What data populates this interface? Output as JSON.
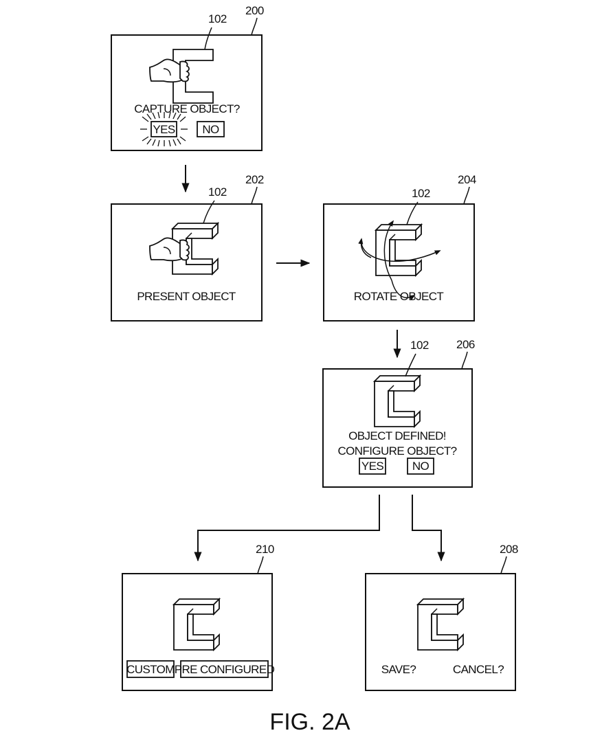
{
  "figure": {
    "caption": "FIG. 2A",
    "object_ref": "102"
  },
  "screens": {
    "capture": {
      "ref": "200",
      "object_ref": "102",
      "prompt": "CAPTURE OBJECT?",
      "buttons": [
        {
          "label": "YES",
          "state": "highlighted"
        },
        {
          "label": "NO",
          "state": "normal"
        }
      ]
    },
    "present": {
      "ref": "202",
      "object_ref": "102",
      "prompt": "PRESENT OBJECT"
    },
    "rotate": {
      "ref": "204",
      "object_ref": "102",
      "prompt": "ROTATE OBJECT"
    },
    "defined": {
      "ref": "206",
      "object_ref": "102",
      "prompt_line1": "OBJECT DEFINED!",
      "prompt_line2": "CONFIGURE OBJECT?",
      "buttons": [
        {
          "label": "YES"
        },
        {
          "label": "NO"
        }
      ]
    },
    "configure": {
      "ref": "210",
      "buttons": [
        {
          "label": "CUSTOM"
        },
        {
          "label": "PRE CONFIGURED"
        }
      ]
    },
    "save": {
      "ref": "208",
      "options": [
        {
          "label": "SAVE?"
        },
        {
          "label": "CANCEL?"
        }
      ]
    }
  }
}
